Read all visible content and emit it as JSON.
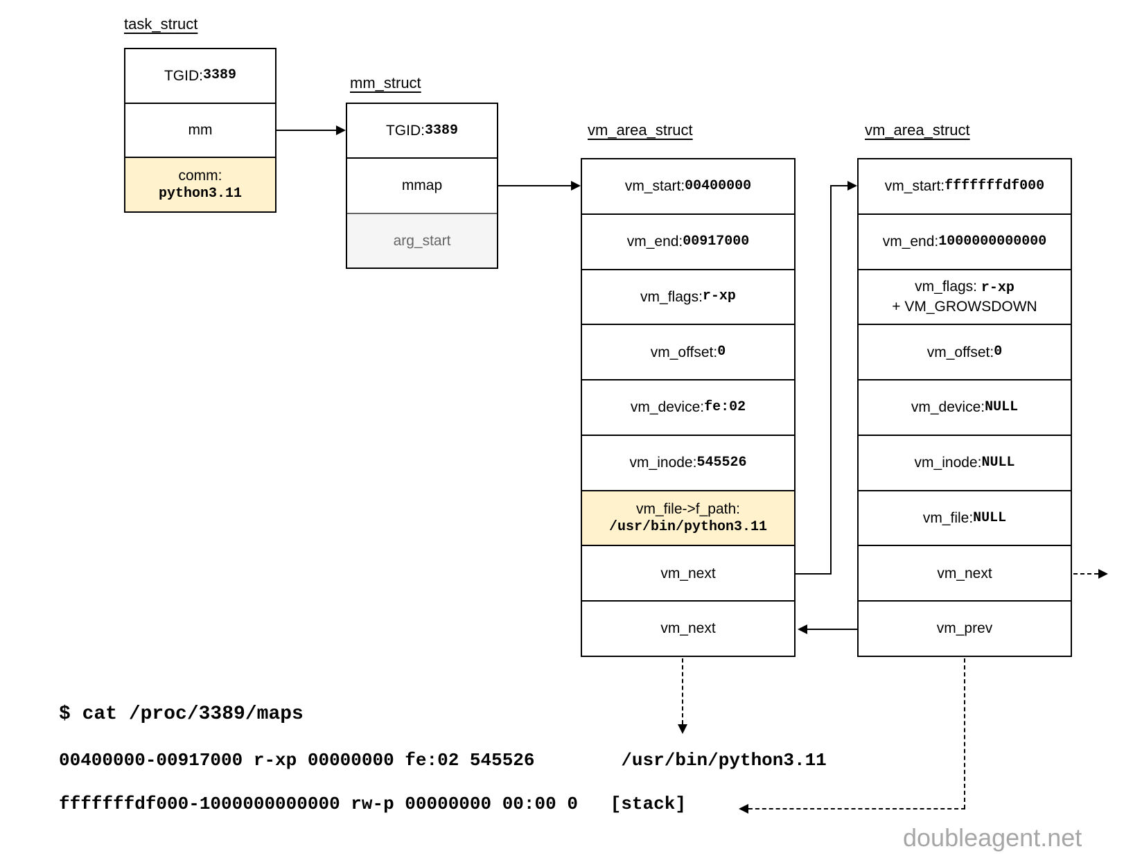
{
  "task_struct": {
    "title": "task_struct",
    "rows": [
      {
        "label": "TGID: ",
        "value": "3389"
      },
      {
        "label": "mm"
      },
      {
        "label": "comm:",
        "value": "python3.11"
      }
    ]
  },
  "mm_struct": {
    "title": "mm_struct",
    "rows": [
      {
        "label": "TGID: ",
        "value": "3389"
      },
      {
        "label": "mmap"
      },
      {
        "label": "arg_start"
      }
    ]
  },
  "vma1": {
    "title": "vm_area_struct",
    "rows": [
      {
        "label": "vm_start: ",
        "value": "00400000"
      },
      {
        "label": "vm_end: ",
        "value": "00917000"
      },
      {
        "label": "vm_flags: ",
        "value": "r-xp"
      },
      {
        "label": "vm_offset: ",
        "value": "0"
      },
      {
        "label": "vm_device: ",
        "value": "fe:02"
      },
      {
        "label": "vm_inode: ",
        "value": "545526"
      },
      {
        "label": "vm_file->f_path:",
        "value": "/usr/bin/python3.11"
      },
      {
        "label": "vm_next"
      },
      {
        "label": "vm_next"
      }
    ]
  },
  "vma2": {
    "title": "vm_area_struct",
    "rows": [
      {
        "label": "vm_start: ",
        "value": "fffffffdf000"
      },
      {
        "label": "vm_end: ",
        "value": "1000000000000"
      },
      {
        "label": "vm_flags: ",
        "value": "r-xp",
        "extra": "+  VM_GROWSDOWN"
      },
      {
        "label": "vm_offset: ",
        "value": "0"
      },
      {
        "label": "vm_device: ",
        "value": "NULL"
      },
      {
        "label": "vm_inode: ",
        "value": "NULL"
      },
      {
        "label": "vm_file: ",
        "value": "NULL"
      },
      {
        "label": "vm_next"
      },
      {
        "label": "vm_prev"
      }
    ]
  },
  "terminal": {
    "command": "$ cat /proc/3389/maps",
    "line1": "00400000-00917000 r-xp 00000000 fe:02 545526        /usr/bin/python3.11",
    "line2": "fffffffdf000-1000000000000 rw-p 00000000 00:00 0   [stack]"
  },
  "watermark": "doubleagent.net",
  "colors": {
    "highlight": "#FFF2CC",
    "muted_bg": "#F5F5F5",
    "muted_text": "#666666",
    "line": "#000000",
    "watermark": "#A6A6A6"
  }
}
